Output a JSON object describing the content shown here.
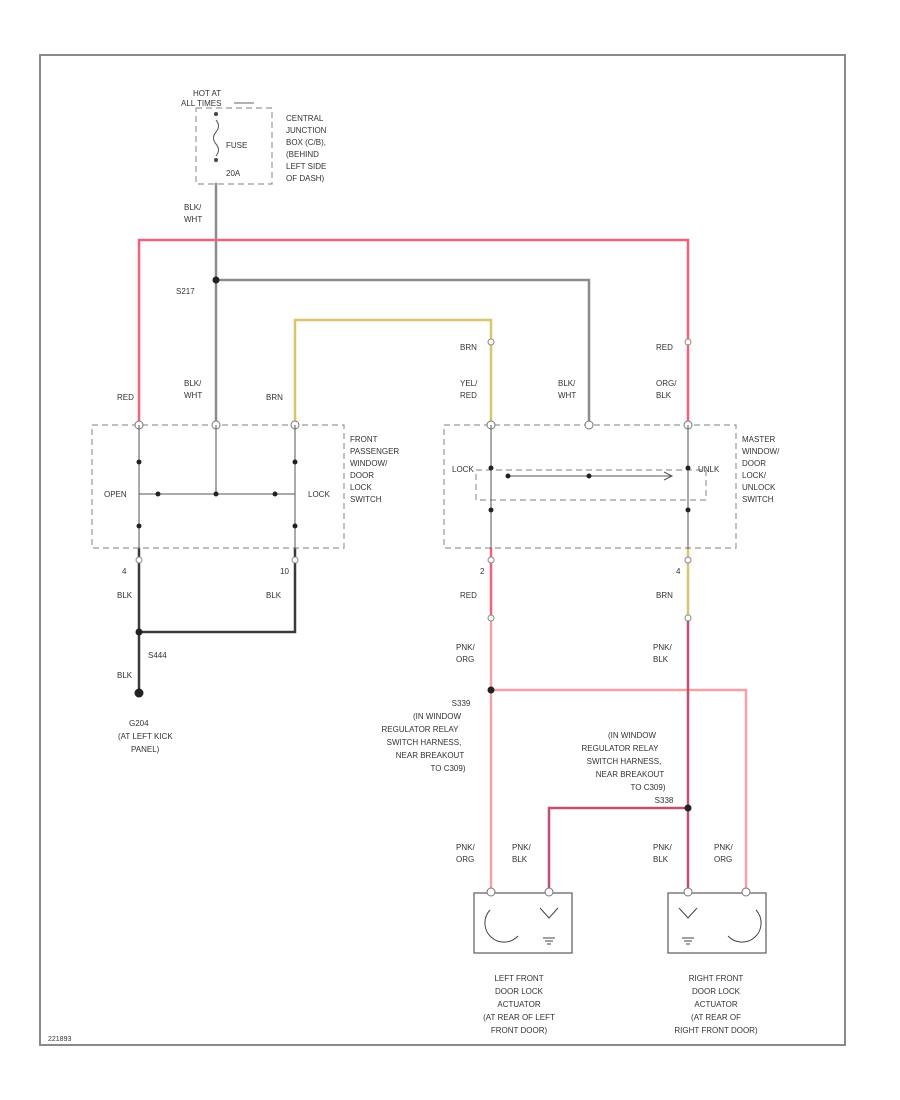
{
  "diagram_code": "221893",
  "colors": {
    "red": "#f2607a",
    "yellow": "#d9c56e",
    "gray": "#8c8c8c",
    "black": "#3a3a3a",
    "pink": "#f4a0a8",
    "violet": "#c0506e",
    "dash": "#999999"
  },
  "power": {
    "hot_label": "HOT AT",
    "hot_times": "ALL TIMES",
    "fuse_label": "FUSE",
    "fuse_rating": "20A",
    "junction_box_lines": [
      "CENTRAL",
      "JUNCTION",
      "BOX (C/B),",
      "(BEHIND",
      "LEFT SIDE",
      "OF DASH)"
    ]
  },
  "splices": {
    "s217": "S217",
    "s444": "S444",
    "s339": "S339",
    "s338": "S338"
  },
  "ground": {
    "id": "G204",
    "lines": [
      "(AT LEFT KICK",
      "PANEL)"
    ]
  },
  "wires": {
    "blk_wht_top_1": "BLK/",
    "blk_wht_top_2": "WHT",
    "red_left": "RED",
    "blk_wht_psw_1": "BLK/",
    "blk_wht_psw_2": "WHT",
    "brn_psw": "BRN",
    "brn_top": "BRN",
    "red_top_right": "RED",
    "yel_red_1": "YEL/",
    "yel_red_2": "RED",
    "blk_wht_msw_1": "BLK/",
    "blk_wht_msw_2": "WHT",
    "org_blk_1": "ORG/",
    "org_blk_2": "BLK",
    "blk_a": "BLK",
    "blk_b": "BLK",
    "blk_g": "BLK",
    "red_mid": "RED",
    "brn_mid": "BRN",
    "pnk_org_a1": "PNK/",
    "pnk_org_a2": "ORG",
    "pnk_blk_a1": "PNK/",
    "pnk_blk_a2": "BLK",
    "pnk_org_b1": "PNK/",
    "pnk_org_b2": "ORG",
    "pnk_blk_b1": "PNK/",
    "pnk_blk_b2": "BLK",
    "pnk_blk_c1": "PNK/",
    "pnk_blk_c2": "BLK",
    "pnk_org_c1": "PNK/",
    "pnk_org_c2": "ORG"
  },
  "pins": {
    "psw_bl": "4",
    "psw_br": "10",
    "msw_bl": "2",
    "msw_br": "4"
  },
  "passenger_switch": {
    "lines": [
      "FRONT",
      "PASSENGER",
      "WINDOW/",
      "DOOR",
      "LOCK",
      "SWITCH"
    ],
    "open_label": "OPEN",
    "lock_label": "LOCK"
  },
  "master_switch": {
    "lines": [
      "MASTER",
      "WINDOW/",
      "DOOR",
      "LOCK/",
      "UNLOCK",
      "SWITCH"
    ],
    "lock_label": "LOCK",
    "unlock_label": "UNLK"
  },
  "splice_notes": {
    "s339_lines": [
      "S339",
      "(IN WINDOW",
      "REGULATOR RELAY",
      "SWITCH HARNESS,",
      "NEAR BREAKOUT",
      "TO C309)"
    ],
    "s338_lines": [
      "(IN WINDOW",
      "REGULATOR RELAY",
      "SWITCH HARNESS,",
      "NEAR BREAKOUT",
      "TO C309)",
      "S338"
    ]
  },
  "actuators": {
    "left_lines": [
      "LEFT FRONT",
      "DOOR LOCK",
      "ACTUATOR",
      "(AT REAR OF LEFT",
      "FRONT DOOR)"
    ],
    "right_lines": [
      "RIGHT FRONT",
      "DOOR LOCK",
      "ACTUATOR",
      "(AT REAR OF",
      "RIGHT FRONT DOOR)"
    ]
  }
}
